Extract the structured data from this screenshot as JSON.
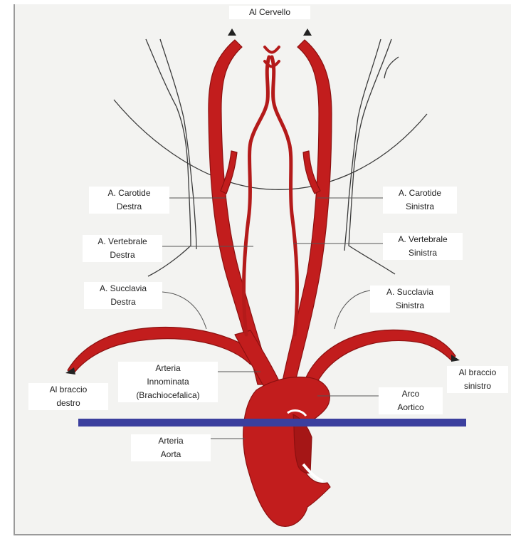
{
  "colors": {
    "artery": "#c21d1d",
    "artery_dark": "#8c1010",
    "artery_light": "#e0504a",
    "paper": "#f3f3f1",
    "frame": "#9a9a9a",
    "outline": "#3a3a3a",
    "leader": "#555555",
    "cut_line": "#3b3f9e"
  },
  "labels": {
    "top": "Al Cervello",
    "carotide_destra": [
      "A. Carotide",
      "Destra"
    ],
    "carotide_sinistra": [
      "A. Carotide",
      "Sinistra"
    ],
    "vertebrale_destra": [
      "A. Vertebrale",
      "Destra"
    ],
    "vertebrale_sinistra": [
      "A. Vertebrale",
      "Sinistra"
    ],
    "succlavia_destra": [
      "A. Succlavia",
      "Destra"
    ],
    "succlavia_sinistra": [
      "A. Succlavia",
      "Sinistra"
    ],
    "braccio_destro": [
      "Al braccio",
      "destro"
    ],
    "braccio_sinistro": [
      "Al braccio",
      "sinistro"
    ],
    "innominata": [
      "Arteria",
      "Innominata",
      "(Brachiocefalica)"
    ],
    "arco_aortico": [
      "Arco",
      "Aortico"
    ],
    "aorta": [
      "Arteria",
      "Aorta"
    ]
  }
}
